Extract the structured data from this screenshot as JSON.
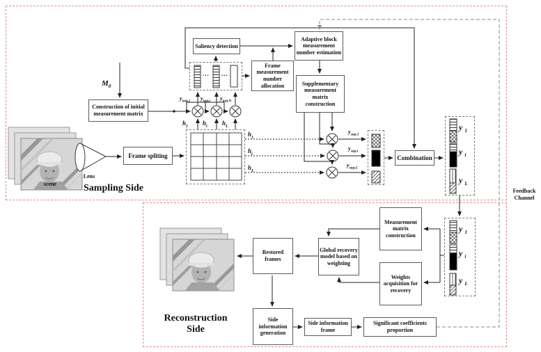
{
  "sections": {
    "sampling_label": "Sampling Side",
    "reconstruction_label": "Reconstruction Side",
    "feedback_label": "Feedback Channel"
  },
  "captions": {
    "scene": "scene",
    "lens": "Lens",
    "ellipsis": "..."
  },
  "boxes": {
    "construction_initial": "Construction of initial measurement matrix",
    "frame_splitting": "Frame spliting",
    "saliency": "Saliency detection",
    "frame_alloc": "Frame measurement number allocation",
    "adaptive": "Adaptive block measurement number estimation",
    "supplementary": "Supplementary measurement matrix construction",
    "combination": "Combination",
    "measurement_matrix": "Measurement matrix construction",
    "weights": "Weights acquisition for recovery",
    "global_recovery": "Global recovery model based on weighting",
    "restored": "Restored frames",
    "side_gen": "Side information generation",
    "side_frame": "Side information frame",
    "sig_coef": "Significant coefficients proportion"
  },
  "math": {
    "m0": {
      "base": "M",
      "sub": "0"
    },
    "y_init_1": {
      "base": "y",
      "sub": "init,1"
    },
    "y_init_i": {
      "base": "y",
      "sub": "init,i"
    },
    "y_init_n": {
      "base": "y",
      "sub": "init,N"
    },
    "h_1": {
      "base": "h",
      "sub": "1"
    },
    "h_i": {
      "base": "h",
      "sub": "i"
    },
    "h_l": {
      "base": "h",
      "sub": "L"
    },
    "y_sup_1": {
      "base": "y",
      "sub": "sup,1"
    },
    "y_sup_i": {
      "base": "y",
      "sub": "sup,i"
    },
    "y_sup_l": {
      "base": "y",
      "sub": "sup,L"
    },
    "y_1": {
      "base": "y",
      "sub": "1"
    },
    "y_i": {
      "base": "y",
      "sub": "i"
    },
    "y_l": {
      "base": "y",
      "sub": "L"
    }
  },
  "colors": {
    "frame_red": "#d98b8b",
    "line_black": "#222222",
    "feedback_gray": "#8a8a8a",
    "bar_black": "#000000"
  }
}
